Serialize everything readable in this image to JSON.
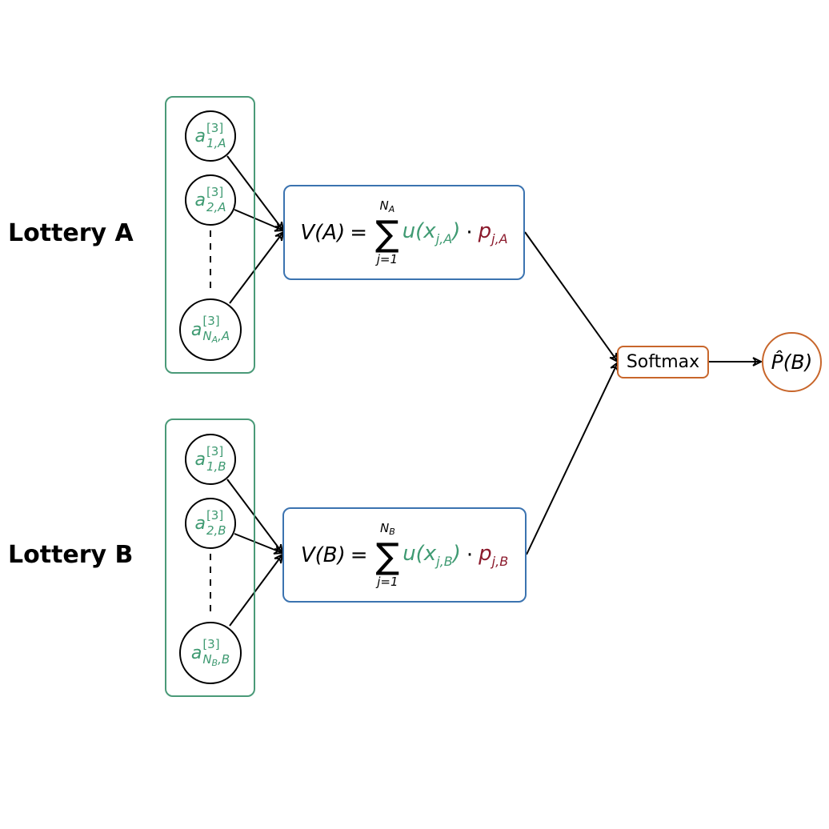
{
  "lotteries": [
    {
      "label": "Lottery A",
      "nodes": [
        {
          "base": "a",
          "sup": "[3]",
          "sub": "1,A"
        },
        {
          "base": "a",
          "sup": "[3]",
          "sub": "2,A"
        },
        {
          "base": "a",
          "sup": "[3]",
          "sub_main": "N",
          "sub_sub": "A",
          "sub_tail": ",A"
        }
      ],
      "formula": {
        "lhs": "V(A)",
        "equals": "=",
        "sum_symbol": "∑",
        "upper_main": "N",
        "upper_sub": "A",
        "lower": "j=1",
        "utility_pre": "u(x",
        "utility_sub": "j,A",
        "utility_post": ")",
        "dot": "·",
        "prob": "p",
        "prob_sub": "j,A"
      }
    },
    {
      "label": "Lottery B",
      "nodes": [
        {
          "base": "a",
          "sup": "[3]",
          "sub": "1,B"
        },
        {
          "base": "a",
          "sup": "[3]",
          "sub": "2,B"
        },
        {
          "base": "a",
          "sup": "[3]",
          "sub_main": "N",
          "sub_sub": "B",
          "sub_tail": ",B"
        }
      ],
      "formula": {
        "lhs": "V(B)",
        "equals": "=",
        "sum_symbol": "∑",
        "upper_main": "N",
        "upper_sub": "B",
        "lower": "j=1",
        "utility_pre": "u(x",
        "utility_sub": "j,B",
        "utility_post": ")",
        "dot": "·",
        "prob": "p",
        "prob_sub": "j,B"
      }
    }
  ],
  "softmax": {
    "label": "Softmax"
  },
  "output": {
    "label": "P̂(B)"
  },
  "colors": {
    "activation": "#3f9a72",
    "formula_box": "#3b73b0",
    "probability": "#8b1a2c",
    "softmax": "#c8662b"
  }
}
